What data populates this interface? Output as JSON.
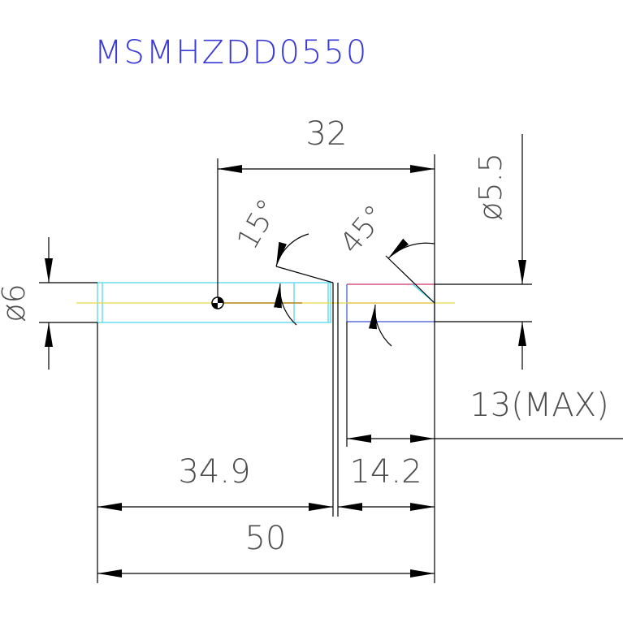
{
  "drawing": {
    "title": "MSMHZDD0550",
    "colors": {
      "title": "#3a3ad6",
      "line": "#000000",
      "dimension_text": "#4d4d4d",
      "shank_outline": "#44d6ee",
      "centerline": "#e8d84a",
      "tip_outline": "#d0306a",
      "tip_edge": "#d03030",
      "tip_side": "#3a50d8"
    },
    "dimensions": {
      "shank_length": "32",
      "shank_diameter": "ø6",
      "tip_diameter": "ø5.5",
      "tip_depth": "13(MAX)",
      "body_length": "34.9",
      "tip_length": "14.2",
      "overall_length": "50",
      "shank_angle": "15°",
      "tip_angle": "45°"
    }
  }
}
